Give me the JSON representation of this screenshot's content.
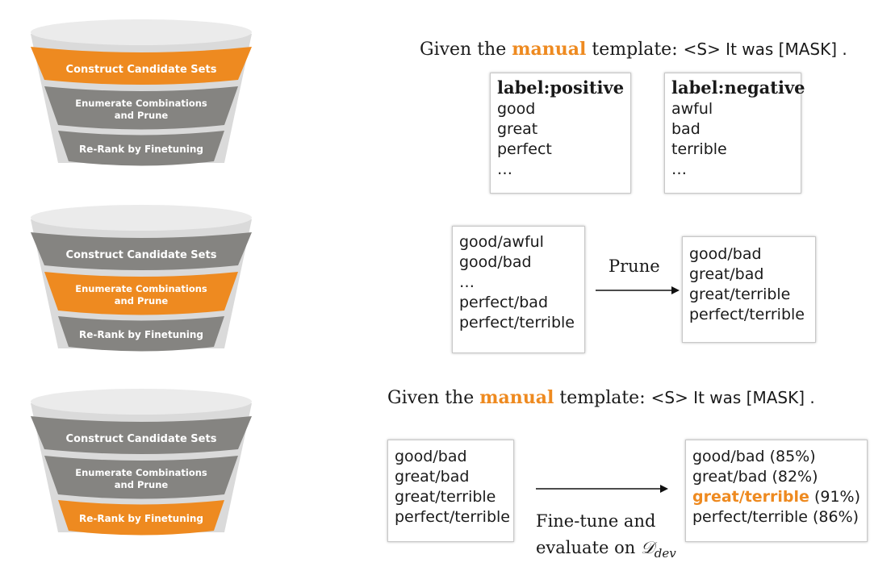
{
  "colors": {
    "accent": "#ee8a20",
    "gray": "#858481",
    "rim": "#ebebeb"
  },
  "funnels": [
    {
      "stage1": "Construct Candidate Sets",
      "stage2_line1": "Enumerate Combinations",
      "stage2_line2": "and Prune",
      "stage3": "Re-Rank by Finetuning",
      "active": 1
    },
    {
      "stage1": "Construct Candidate Sets",
      "stage2_line1": "Enumerate Combinations",
      "stage2_line2": "and Prune",
      "stage3": "Re-Rank by Finetuning",
      "active": 2
    },
    {
      "stage1": "Construct Candidate Sets",
      "stage2_line1": "Enumerate Combinations",
      "stage2_line2": "and Prune",
      "stage3": "Re-Rank by Finetuning",
      "active": 3
    }
  ],
  "heading": {
    "prefix": "Given the ",
    "accent": "manual",
    "middle": " template: ",
    "template": "<S> It was [MASK] ."
  },
  "positive_box": {
    "title": "label:positive",
    "items": [
      "good",
      "great",
      "perfect",
      "…"
    ]
  },
  "negative_box": {
    "title": "label:negative",
    "items": [
      "awful",
      "bad",
      "terrible",
      "…"
    ]
  },
  "combos_box": {
    "items": [
      "good/awful",
      "good/bad",
      "…",
      "perfect/bad",
      "perfect/terrible"
    ]
  },
  "prune_label": "Prune",
  "pruned_box": {
    "items": [
      "good/bad",
      "great/bad",
      "great/terrible",
      "perfect/terrible"
    ]
  },
  "candidates_box": {
    "items": [
      "good/bad",
      "great/bad",
      "great/terrible",
      "perfect/terrible"
    ]
  },
  "finetune_label": {
    "line1": "Fine-tune and",
    "line2": "evaluate on ",
    "set_symbol": "𝒟",
    "set_sub": "dev"
  },
  "results_box": {
    "rows": [
      {
        "label": "good/bad",
        "score": " (85%)"
      },
      {
        "label": "great/bad",
        "score": " (82%)"
      },
      {
        "label": "great/terrible",
        "score": " (91%)",
        "best": true
      },
      {
        "label": "perfect/terrible",
        "score": " (86%)"
      }
    ]
  }
}
